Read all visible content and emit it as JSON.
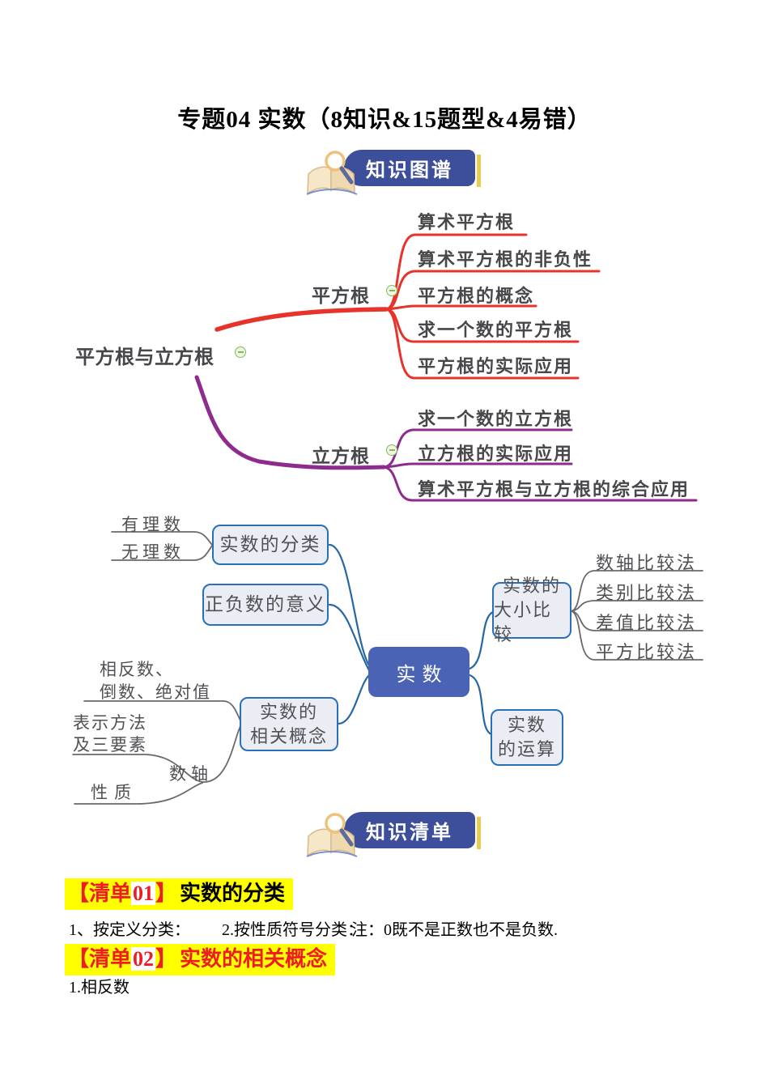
{
  "page_title": "专题04 实数（8知识&15题型&4易错）",
  "banners": {
    "map_label": "知识图谱",
    "list_label": "知识清单"
  },
  "mindmap1": {
    "root": "平方根与立方根",
    "sqrt": {
      "label": "平方根",
      "children": [
        "算术平方根",
        "算术平方根的非负性",
        "平方根的概念",
        "求一个数的平方根",
        "平方根的实际应用"
      ]
    },
    "cbrt": {
      "label": "立方根",
      "children": [
        "求一个数的立方根",
        "立方根的实际应用",
        "算术平方根与立方根的综合应用"
      ]
    },
    "colors": {
      "sqrt_branch": "#e8332b",
      "cbrt_branch": "#8e2b8e",
      "text": "#47474b"
    }
  },
  "mindmap2": {
    "center": "实数",
    "classification": {
      "label": "实数的分类",
      "children": [
        "有理数",
        "无理数"
      ]
    },
    "sign_meaning": {
      "label": "正负数的意义"
    },
    "comparison": {
      "label": [
        "实数的",
        "大小比较"
      ],
      "children": [
        "数轴比较法",
        "类别比较法",
        "差值比较法",
        "平方比较法"
      ]
    },
    "concepts": {
      "label": [
        "实数的",
        "相关概念"
      ],
      "opposite": [
        "相反数、",
        "倒数、绝对值"
      ],
      "representation": [
        "表示方法",
        "及三要素"
      ],
      "axis": "数轴",
      "property": "性质"
    },
    "operations": {
      "label": [
        "实数",
        "的运算"
      ]
    },
    "colors": {
      "node_fill": "#4a63b4",
      "box_border": "#2a70b8",
      "line_blue": "#2766a3",
      "line_gray": "#6a6a6a"
    }
  },
  "sections": [
    {
      "tag_prefix": "【清单",
      "tag_num": "01",
      "tag_suffix": "】",
      "title": "实数的分类"
    },
    {
      "tag_prefix": "【清单",
      "tag_num": "02",
      "tag_suffix": "】",
      "title": "实数的相关概念"
    }
  ],
  "content": {
    "item1": "1、按定义分类：",
    "item2": "2.按性质符号分类：",
    "note": "注：0既不是正数也不是负数.",
    "item3": "1.相反数"
  },
  "colors": {
    "banner_blue": "#3d4f9b",
    "banner_stripe": "#e9cb52",
    "highlight_yellow": "#ffff00",
    "tag_red": "#ee1c25"
  }
}
